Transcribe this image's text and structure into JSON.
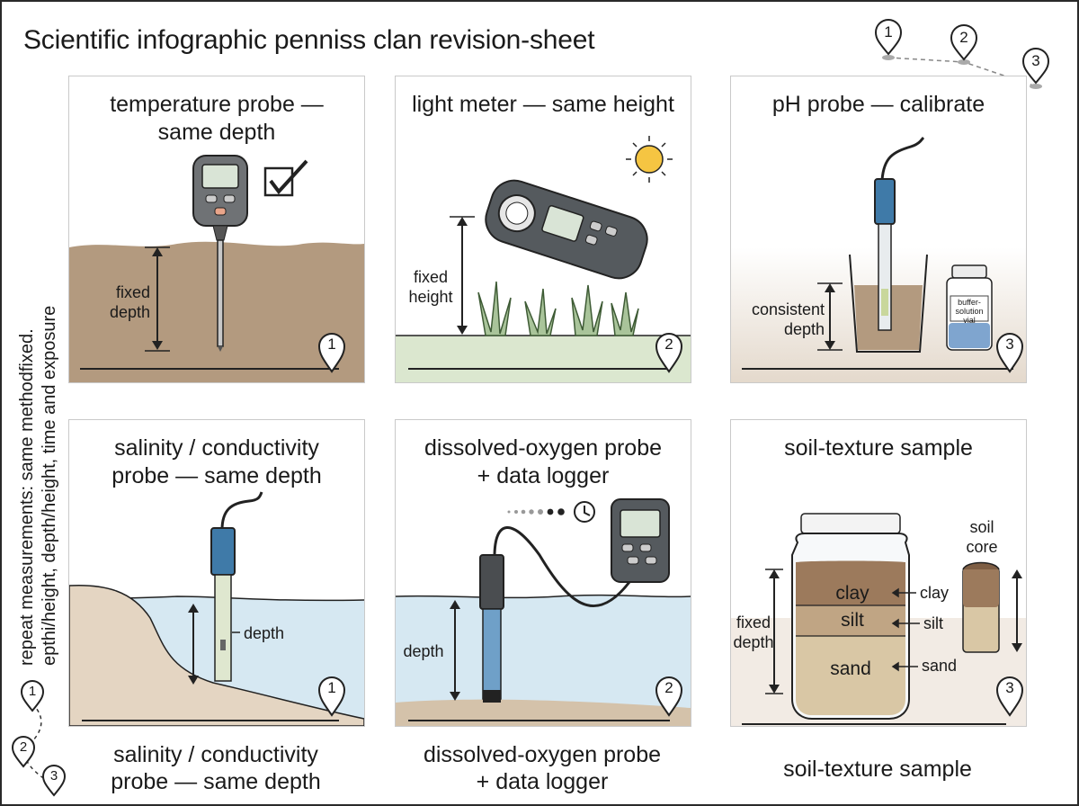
{
  "title": "Scientific infographic penniss clan revision-sheet",
  "side_caption": "repeat measurements: same methodfixed. epthi/height, depth/height, time and exposure",
  "panels": [
    {
      "title_l1": "temperature probe —",
      "title_l2": "same depth",
      "depth_label_l1": "fixed",
      "depth_label_l2": "depth",
      "pin": "1",
      "icon": "checkbox-check-icon"
    },
    {
      "title_l1": "light meter — same height",
      "height_label_l1": "fixed",
      "height_label_l2": "height",
      "pin": "2",
      "icon": "sun-icon"
    },
    {
      "title_l1": "pH probe — calibrate",
      "depth_label_l1": "consistent",
      "depth_label_l2": "depth",
      "vial_l1": "buffer-",
      "vial_l2": "solution",
      "vial_l3": "vial",
      "pin": "3"
    },
    {
      "title_l1": "salinity / conductivity",
      "title_l2": "probe — same depth",
      "depth_label": "depth",
      "pin": "1"
    },
    {
      "title_l1": "dissolved-oxygen probe",
      "title_l2": "+ data logger",
      "depth_label": "depth",
      "pin": "2",
      "icon": "clock-icon"
    },
    {
      "title_l1": "soil-texture sample",
      "layers": [
        "clay",
        "silt",
        "sand"
      ],
      "side_layers": [
        "clay",
        "silt",
        "sand"
      ],
      "depth_label_l1": "fixed",
      "depth_label_l2": "depth",
      "core_label_l1": "soil",
      "core_label_l2": "core",
      "pin": "3"
    }
  ],
  "captions": [
    {
      "l1": "salinity / conductivity",
      "l2": "probe — same depth"
    },
    {
      "l1": "dissolved-oxygen probe",
      "l2": "+ data logger"
    },
    {
      "l1": "soil-texture sample"
    }
  ],
  "route_top": [
    "1",
    "2",
    "3"
  ],
  "route_side": [
    "1",
    "2",
    "3"
  ],
  "colors": {
    "soil": "#b39a7f",
    "water": "#d6e8f2",
    "grass": "#dbe7cf",
    "probe_blue": "#3f7aa8",
    "sun": "#f5c542",
    "clay": "#9c7a5c",
    "silt": "#c0a584",
    "sand": "#d9c7a5"
  }
}
